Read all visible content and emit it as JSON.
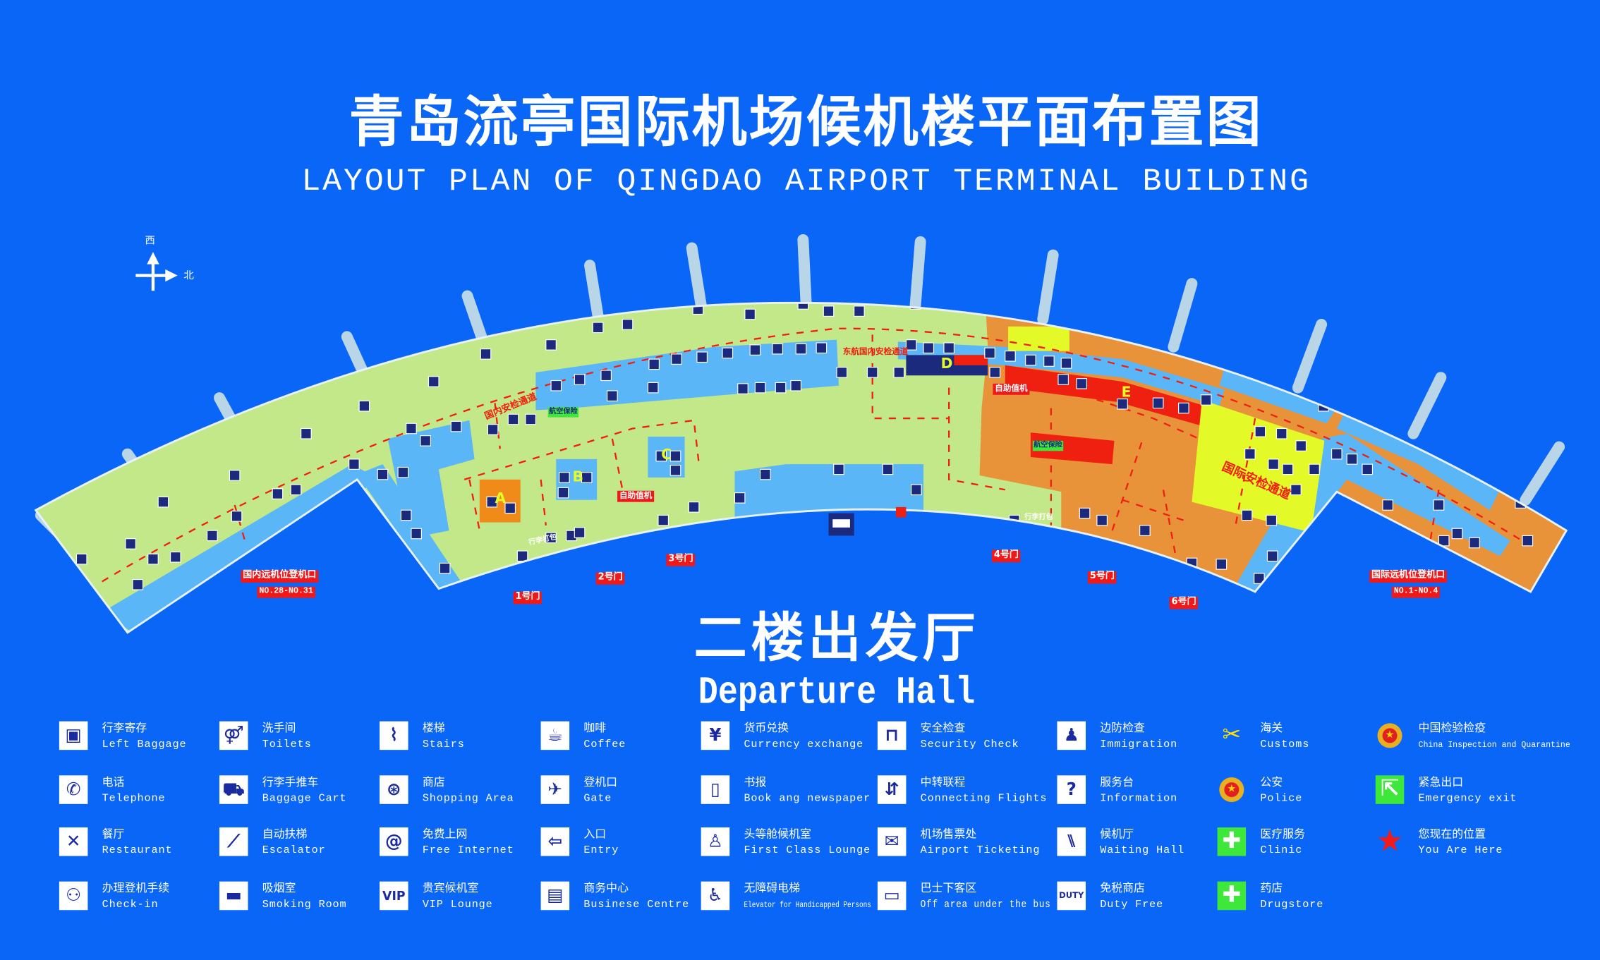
{
  "title": {
    "cn": "青岛流亭国际机场候机楼平面布置图",
    "en": "LAYOUT PLAN OF QINGDAO AIRPORT TERMINAL BUILDING"
  },
  "compass": {
    "west": "西",
    "north": "北"
  },
  "map": {
    "labels": {
      "domestic_security": "国内安检通道",
      "aviation_insurance_left": "航空保险",
      "aviation_insurance_right": "航空保险",
      "eastern_security": "东航国内安检通道",
      "self_checkin_left": "自助值机",
      "self_checkin_right": "自助值机",
      "intl_security": "国际安检通道",
      "baggage_pack_left": "行李打包",
      "baggage_pack_right": "行李打包",
      "zone_a": "A",
      "zone_b": "B",
      "zone_c": "C",
      "zone_d": "D",
      "zone_e": "E"
    },
    "doors": [
      "1号门",
      "2号门",
      "3号门",
      "4号门",
      "5号门",
      "6号门"
    ],
    "remote_gates_domestic": {
      "cn": "国内远机位登机口",
      "range": "NO.28-NO.31"
    },
    "remote_gates_intl": {
      "cn": "国际远机位登机口",
      "range": "NO.1-NO.4"
    },
    "colors": {
      "background": "#0a66f7",
      "domestic_area": "#c3e88a",
      "international_area": "#e8933a",
      "shops": "#5ab6f7",
      "security": "#e4fa28",
      "checkin": "#f02010",
      "icon": "#1b2a7c",
      "pier": "#b9d6e8"
    }
  },
  "hall": {
    "cn": "二楼出发厅",
    "en": "Departure  Hall"
  },
  "legend": [
    [
      {
        "icon": "left-baggage",
        "cn": "行李寄存",
        "en": "Left Baggage"
      },
      {
        "icon": "telephone",
        "cn": "电话",
        "en": "Telephone"
      },
      {
        "icon": "restaurant",
        "cn": "餐厅",
        "en": "Restaurant"
      },
      {
        "icon": "check-in",
        "cn": "办理登机手续",
        "en": "Check-in"
      }
    ],
    [
      {
        "icon": "toilets",
        "cn": "洗手间",
        "en": "Toilets"
      },
      {
        "icon": "baggage-cart",
        "cn": "行李手推车",
        "en": "Baggage Cart"
      },
      {
        "icon": "escalator",
        "cn": "自动扶梯",
        "en": "Escalator"
      },
      {
        "icon": "smoking",
        "cn": "吸烟室",
        "en": "Smoking Room"
      }
    ],
    [
      {
        "icon": "stairs",
        "cn": "楼梯",
        "en": "Stairs"
      },
      {
        "icon": "shopping",
        "cn": "商店",
        "en": "Shopping Area"
      },
      {
        "icon": "internet",
        "cn": "免费上网",
        "en": "Free Internet"
      },
      {
        "icon": "vip",
        "cn": "贵宾候机室",
        "en": "VIP Lounge"
      }
    ],
    [
      {
        "icon": "coffee",
        "cn": "咖啡",
        "en": "Coffee"
      },
      {
        "icon": "gate",
        "cn": "登机口",
        "en": "Gate"
      },
      {
        "icon": "entry",
        "cn": "入口",
        "en": "Entry"
      },
      {
        "icon": "business",
        "cn": "商务中心",
        "en": "Businese Centre"
      }
    ],
    [
      {
        "icon": "currency",
        "cn": "货币兑换",
        "en": "Currency exchange"
      },
      {
        "icon": "books",
        "cn": "书报",
        "en": "Book ang newspaper"
      },
      {
        "icon": "first-class",
        "cn": "头等舱候机室",
        "en": "First Class Lounge"
      },
      {
        "icon": "elevator",
        "cn": "无障碍电梯",
        "en": "Elevator for Handicapped Persons"
      }
    ],
    [
      {
        "icon": "security",
        "cn": "安全检查",
        "en": "Security Check"
      },
      {
        "icon": "connecting",
        "cn": "中转联程",
        "en": "Connecting Flights"
      },
      {
        "icon": "ticketing",
        "cn": "机场售票处",
        "en": "Airport Ticketing"
      },
      {
        "icon": "bus",
        "cn": "巴士下客区",
        "en": "Off area under the bus"
      }
    ],
    [
      {
        "icon": "immigration",
        "cn": "边防检查",
        "en": "Immigration"
      },
      {
        "icon": "information",
        "cn": "服务台",
        "en": "Information"
      },
      {
        "icon": "waiting",
        "cn": "候机厅",
        "en": "Waiting Hall"
      },
      {
        "icon": "duty-free",
        "cn": "免税商店",
        "en": "Duty Free"
      }
    ],
    [
      {
        "icon": "customs",
        "cn": "海关",
        "en": "Customs"
      },
      {
        "icon": "police",
        "cn": "公安",
        "en": "Police"
      },
      {
        "icon": "clinic",
        "cn": "医疗服务",
        "en": "Clinic"
      },
      {
        "icon": "drugstore",
        "cn": "药店",
        "en": "Drugstore"
      }
    ],
    [
      {
        "icon": "ciq",
        "cn": "中国检验检疫",
        "en": "China Inspection and Quarantine"
      },
      {
        "icon": "emergency-exit",
        "cn": "紧急出口",
        "en": "Emergency exit"
      },
      {
        "icon": "you-are-here",
        "cn": "您现在的位置",
        "en": "You Are Here"
      }
    ]
  ]
}
